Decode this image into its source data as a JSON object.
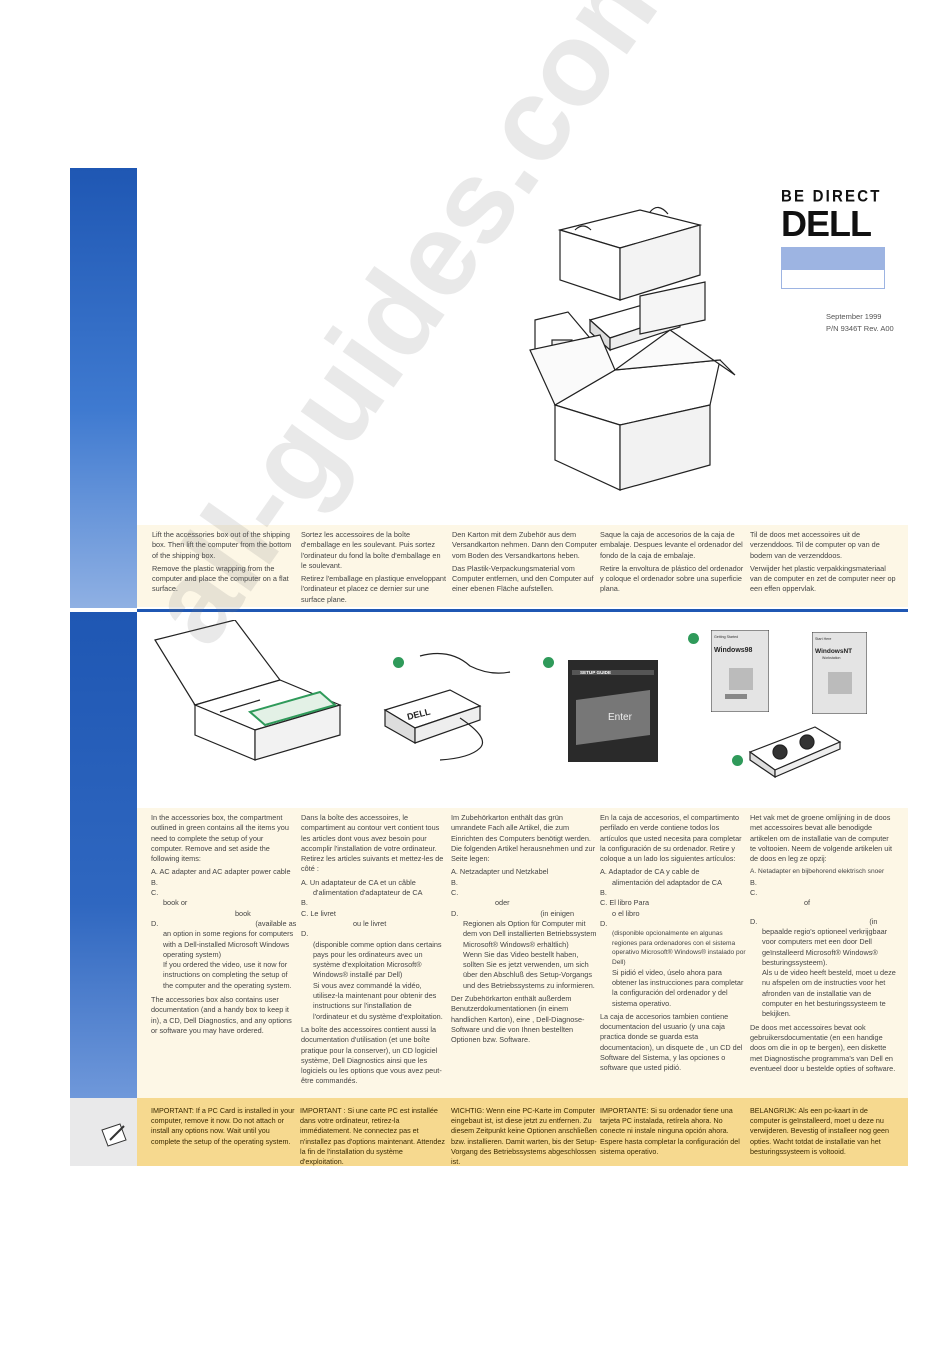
{
  "logo": {
    "tagline": "BE DIRECT",
    "brand": "DELL"
  },
  "doc_meta": {
    "date": "September 1999",
    "part_number": "P/N 9346T  Rev. A00"
  },
  "watermark": "all-guides.com",
  "step1": [
    {
      "id": "en",
      "p1": "Lift the accessories box out of the shipping box. Then lift the computer from the bottom of the shipping box.",
      "p2": "Remove the plastic wrapping from the computer and place the computer on a flat surface."
    },
    {
      "id": "fr",
      "p1": "Sortez les accessoires de la boîte d'emballage en les soulevant. Puis sortez l'ordinateur du fond la boîte d'emballage en le soulevant.",
      "p2": "Retirez l'emballage en plastique enveloppant l'ordinateur et placez ce dernier sur une surface plane."
    },
    {
      "id": "de",
      "p1": "Den Karton mit dem Zubehör aus dem Versandkarton nehmen. Dann den Computer vom Boden des Versandkartons heben.",
      "p2": "Das Plastik-Verpackungsmaterial vom Computer entfernen, und den Computer auf einer ebenen Fläche aufstellen."
    },
    {
      "id": "es",
      "p1": "Saque la caja de accesorios de la caja de embalaje. Despues levante el ordenador del fondo de la caja de embalaje.",
      "p2": "Retire la envoltura de plástico del ordenador y coloque el ordenador sobre una superficie plana."
    },
    {
      "id": "nl",
      "p1": "Til de doos met accessoires uit de verzenddoos. Til de computer op van de bodem van de verzenddoos.",
      "p2": "Verwijder het plastic verpakkingsmateriaal van de computer en zet de computer neer op een effen oppervlak."
    }
  ],
  "step2": {
    "en": {
      "intro": "In the accessories box, the compartment outlined in green contains all the items you need to complete the setup of your computer. Remove and set aside the following items:",
      "a": "A. AC adapter and AC adapter power cable",
      "b": "B.",
      "c": "C.",
      "c2": "book or",
      "c3": "book",
      "d": "D.",
      "d_tail": "(available as",
      "d2": "an option in some regions for computers with a Dell-installed Microsoft Windows   operating system)",
      "d3": "If you ordered the video, use it now for instructions on completing the setup of the computer and the operating system.",
      "p2": "The accessories box also contains user documentation (and a handy box to keep it in), a                        CD, Dell Diagnostics, and any options or software you may have ordered."
    },
    "fr": {
      "intro": "Dans la boîte des accessoires, le compartiment au contour vert contient tous les articles dont vous avez besoin pour accomplir l'installation de votre ordinateur. Retirez les articles suivants et mettez-les de côté :",
      "a": "A.  Un adaptateur de CA et un câble",
      "a2": "d'alimentation d'adaptateur de CA",
      "b": "B.",
      "c": "C.  Le livret",
      "c2": "ou le livret",
      "d": "D.",
      "d2": "(disponible comme option dans certains pays pour les ordinateurs avec un système d'exploitation Microsoft® Windows® installé par Dell)",
      "d3": "Si vous avez commandé la vidéo, utilisez-la maintenant pour obtenir des instructions sur l'installation de l'ordinateur et du système d'exploitation.",
      "p2": "La boîte des accessoires contient aussi la documentation d'utilisation (et une boîte pratique pour la conserver), un CD logiciel système, Dell Diagnostics ainsi que les logiciels ou les options que vous avez peut-être commandés."
    },
    "de": {
      "intro": "Im Zubehörkarton enthält das grün umrandete Fach alle Artikel, die zum Einrichten des Computers benötigt werden. Die folgenden Artikel herausnehmen und zur Seite legen:",
      "a": "A.  Netzadapter und Netzkabel",
      "b": "B.",
      "c": "C.",
      "c2": "oder",
      "d": "D.",
      "d_tail": "(in einigen",
      "d2": "Regionen als Option für Computer mit dem von Dell installierten Betriebssystem Microsoft® Windows® erhältlich)",
      "d3": "Wenn Sie das Video bestellt haben, sollten Sie es jetzt verwenden, um sich über den Abschluß des Setup-Vorgangs und des Betriebssystems zu informieren.",
      "p2": "Der Zubehörkarton enthält außerdem Benutzerdokumentationen (in einem handlichen Karton), eine                        , Dell-Diagnose-Software und die von Ihnen bestellten Optionen bzw. Software."
    },
    "es": {
      "intro": "En la caja de accesorios, el compartimento perfilado en verde contiene todos los artículos que usted necesita para completar la configuración de su ordenador. Retire y coloque a un lado los siguientes artículos:",
      "a": "A.  Adaptador de CA y cable de",
      "a2": "alimentación del adaptador de CA",
      "b": "B.",
      "c": "C.  El libro Para",
      "c2": "o el libro",
      "d": "D.",
      "d2": "(disponible opcionalmente en algunas regiones para ordenadores con el sistema operativo Microsoft® Windows® instalado por Dell)",
      "d3": "Si pidió el video, úselo ahora para obtener las instrucciones para completar la configuración del ordenador y del sistema operativo.",
      "p2": "La caja de accesorios tambien contiene documentacion del usuario (y una caja practica donde se guarda esta documentacion), un disquete de                        , un CD del Software del Sistema, y las opciones o software que usted pidió."
    },
    "nl": {
      "intro": "Het vak met de groene omlijning in de doos met accessoires bevat alle benodigde artikelen om de installatie van de computer te voltooien. Neem de volgende artikelen uit de doos en leg ze opzij:",
      "a": "A.  Netadapter en bijbehorend elektrisch snoer",
      "b": "B.",
      "c": "C.",
      "c2": "of",
      "d": "D.",
      "d_tail": "(in",
      "d2": "bepaalde regio's optioneel verkrijgbaar voor computers met een door Dell geïnstalleerd Microsoft® Windows® besturingssysteem).",
      "d3": "Als u de video heeft besteld, moet u deze nu afspelen om de instructies voor het afronden van de installatie van de computer en het besturingssysteem te bekijken.",
      "p2": "De doos met accessoires bevat ook gebruikersdocumentatie (en een handige doos om die in op te bergen), een diskette met Diagnostische programma's van Dell en eventueel door u bestelde opties of software."
    }
  },
  "important": [
    "IMPORTANT: If a PC Card is installed in your computer, remove it now. Do not attach or install any options now. Wait until you complete the setup of the operating system.",
    "IMPORTANT : Si une carte PC est installée dans votre ordinateur, retirez-la immédiatement. Ne connectez pas et n'installez pas d'options maintenant. Attendez la fin de l'installation du système d'exploitation.",
    "WICHTIG: Wenn eine PC-Karte im Computer eingebaut ist, ist diese jetzt zu entfernen. Zu diesem Zeitpunkt keine Optionen anschließen bzw. installieren. Damit warten, bis der Setup-Vorgang des Betriebssystems abgeschlossen ist.",
    "IMPORTANTE: Si su ordenador tiene una tarjeta PC instalada, retírela ahora. No conecte ni instale ninguna opción ahora. Espere hasta completar la configuración del sistema operativo.",
    "BELANGRIJK: Als een pc-kaart in de computer is geïnstalleerd, moet u deze nu verwijderen. Bevestig of installeer nog geen opties. Wacht totdat de installatie van het besturingssysteem is voltooid."
  ],
  "illustration_labels": {
    "guide_header": "SETUP GUIDE",
    "enter_key": "Enter",
    "adapter_brand": "DELL",
    "win98_small": "Getting Started",
    "win98_title": "Windows98",
    "winnt_small": "Start Here",
    "winnt_title": "WindowsNT",
    "winnt_sub": "Workstation"
  },
  "colors": {
    "accent_blue": "#1f57b3",
    "band_cream": "#fdf7e6",
    "important_yellow": "#f6d98f",
    "marker_green": "#2f9a5a"
  }
}
